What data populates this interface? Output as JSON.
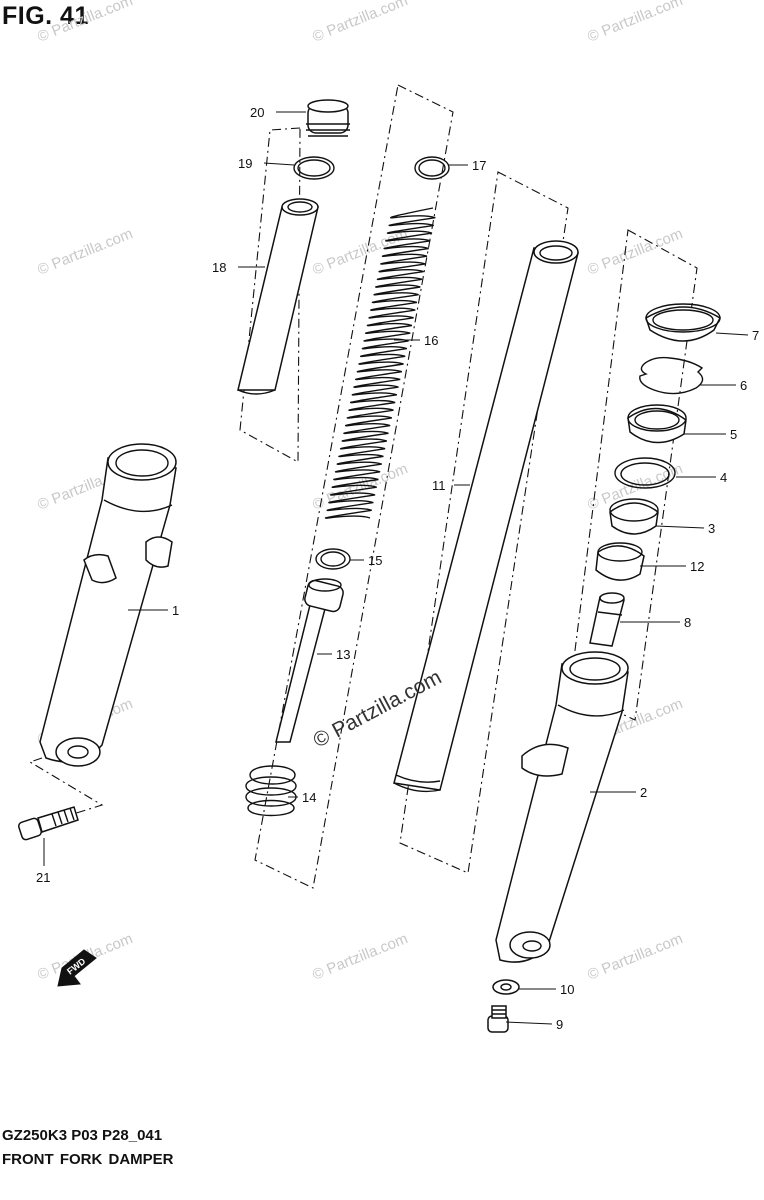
{
  "figure": {
    "title": "FIG. 41",
    "model_code": "GZ250K3 P03 P28_041",
    "name": "FRONT FORK  DAMPER"
  },
  "watermarks": {
    "small": "© Partzilla.com",
    "center": "© Partzilla.com"
  },
  "direction_badge": "FWD",
  "callouts": [
    {
      "number": "20",
      "part": "bolt-cap"
    },
    {
      "number": "19",
      "part": "o-ring"
    },
    {
      "number": "18",
      "part": "spacer-pipe"
    },
    {
      "number": "17",
      "part": "washer"
    },
    {
      "number": "16",
      "part": "fork-spring"
    },
    {
      "number": "15",
      "part": "ring"
    },
    {
      "number": "13",
      "part": "cylinder"
    },
    {
      "number": "14",
      "part": "rebound-spring"
    },
    {
      "number": "11",
      "part": "inner-tube"
    },
    {
      "number": "1",
      "part": "outer-tube-left"
    },
    {
      "number": "21",
      "part": "bolt"
    },
    {
      "number": "7",
      "part": "dust-seal"
    },
    {
      "number": "6",
      "part": "stopper-ring"
    },
    {
      "number": "5",
      "part": "oil-seal"
    },
    {
      "number": "4",
      "part": "washer"
    },
    {
      "number": "3",
      "part": "bushing"
    },
    {
      "number": "12",
      "part": "bushing"
    },
    {
      "number": "8",
      "part": "oil-lock-piece"
    },
    {
      "number": "2",
      "part": "outer-tube-right"
    },
    {
      "number": "10",
      "part": "gasket"
    },
    {
      "number": "9",
      "part": "bolt"
    }
  ],
  "colors": {
    "line": "#111111",
    "watermark": "#c8c8c8",
    "background": "#ffffff"
  }
}
